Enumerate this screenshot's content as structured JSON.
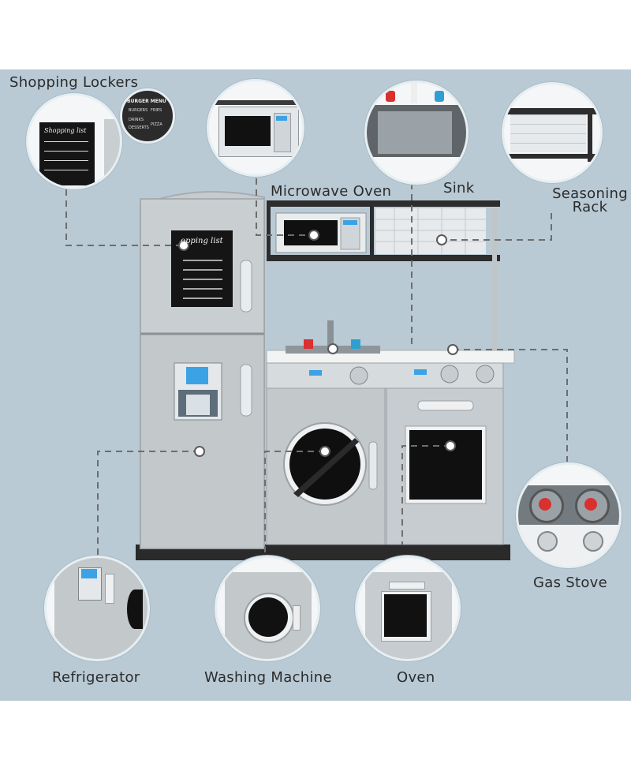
{
  "labels": {
    "shopping_lockers": "Shopping Lockers",
    "microwave_oven": "Microwave Oven",
    "sink": "Sink",
    "seasoning_rack_line1": "Seasoning",
    "seasoning_rack_line2": "Rack",
    "gas_stove": "Gas Stove",
    "refrigerator": "Refrigerator",
    "washing_machine": "Washing Machine",
    "oven": "Oven"
  },
  "fridge_note_text": "Shopping list",
  "fridge_note_text_short": "opping list",
  "menu_board": {
    "heading": "BURGER MENU",
    "items": [
      "BURGERS",
      "FRIES",
      "DRINKS",
      "DESSERTS",
      "PIZZA"
    ]
  },
  "colors": {
    "background": "#b9cad5",
    "appliance": "#c3c8cb",
    "trim": "#2d2d2d",
    "chalkboard": "#141414",
    "screen_blue": "#3ba2e6",
    "knob_red": "#d93030",
    "knob_blue": "#2e9fd0",
    "callout_line": "#6e6e6e"
  }
}
